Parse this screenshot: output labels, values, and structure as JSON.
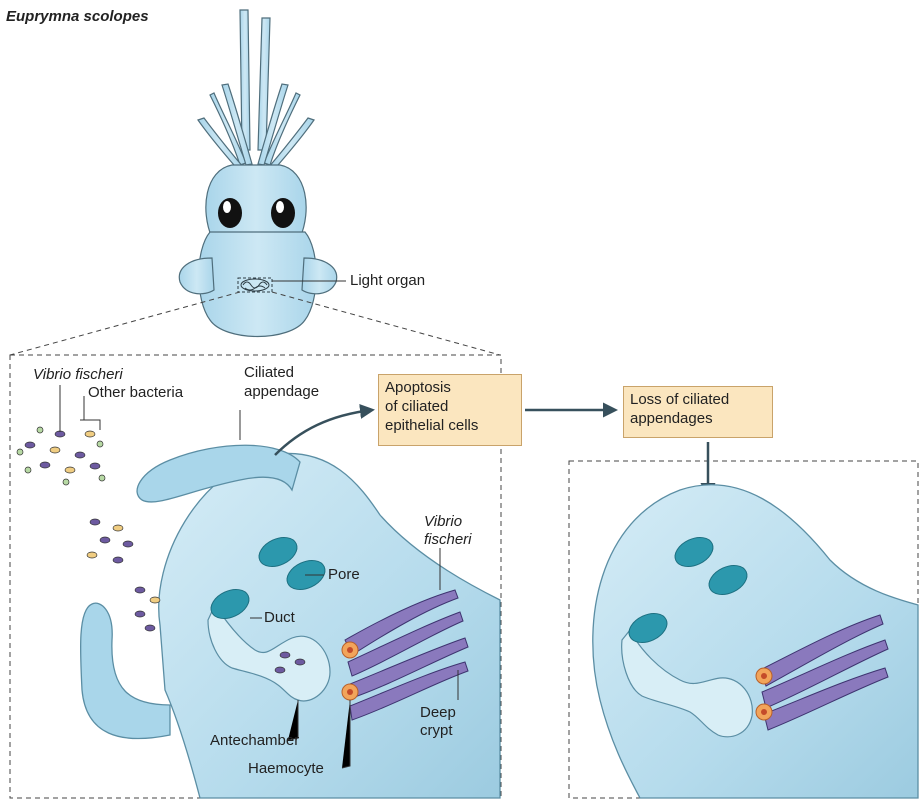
{
  "title": "Euprymna scolopes",
  "labels": {
    "light_organ": "Light organ",
    "vibrio_fischeri_top": "Vibrio fischeri",
    "other_bacteria": "Other bacteria",
    "ciliated_line1": "Ciliated",
    "ciliated_line2": "appendage",
    "pore": "Pore",
    "duct": "Duct",
    "vibrio_line1": "Vibrio",
    "vibrio_line2": "fischeri",
    "antechamber": "Antechamber",
    "haemocyte": "Haemocyte",
    "deep_line1": "Deep",
    "deep_line2": "crypt"
  },
  "callouts": {
    "apoptosis": [
      "Apoptosis",
      "of ciliated",
      "epithelial cells"
    ],
    "loss": [
      "Loss of ciliated",
      "appendages"
    ]
  },
  "colors": {
    "tissue": "#bfe1ef",
    "tissue_dark": "#7fbcd6",
    "pore": "#2c98ad",
    "bacteria": "#6d5aa0",
    "other_bacteria_yellow": "#f0cd82",
    "other_bacteria_green": "#b7d9a4",
    "callout_fill": "#fbe6bf",
    "arrow": "#37505c"
  }
}
